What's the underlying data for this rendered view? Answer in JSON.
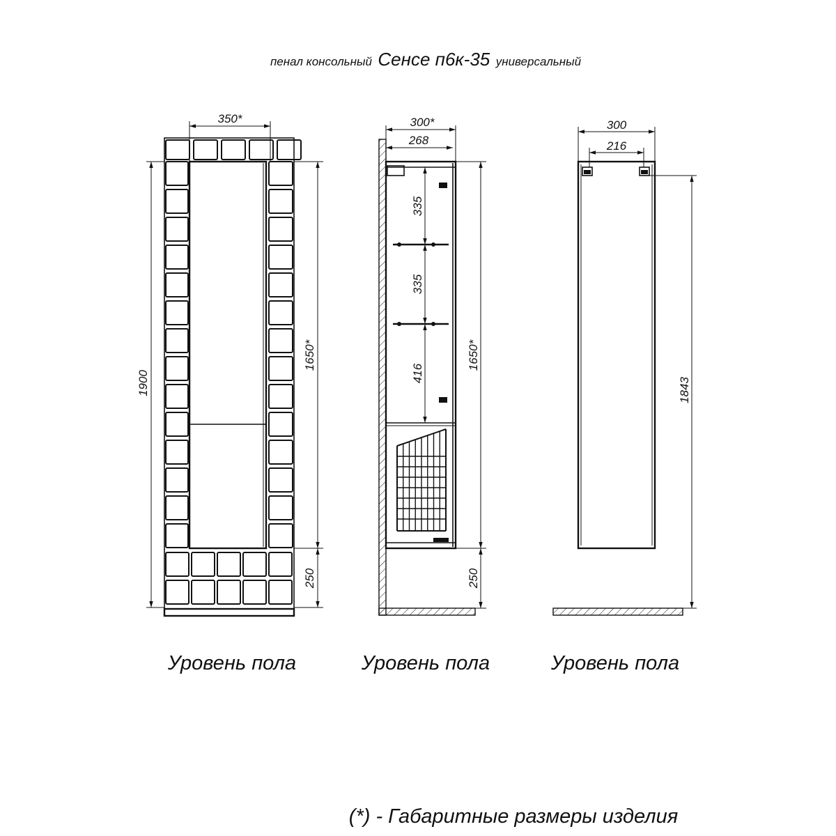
{
  "title": {
    "prefix": "пенал консольный",
    "model": "Сенсе п6к-35",
    "suffix": "универсальный"
  },
  "front_view": {
    "width_label": "350*",
    "total_height_label": "1900",
    "body_height_label": "1650*",
    "floor_gap_label": "250",
    "floor_label": "Уровень пола"
  },
  "side_view": {
    "depth_label": "300*",
    "inner_depth_label": "268",
    "shelf_1_label": "335",
    "shelf_2_label": "335",
    "shelf_3_label": "416",
    "body_height_label": "1650*",
    "floor_gap_label": "250",
    "floor_label": "Уровень пола"
  },
  "back_view": {
    "depth_label": "300",
    "mount_spacing_label": "216",
    "mount_height_label": "1843",
    "floor_label": "Уровень пола"
  },
  "footnote": "(*) - Габаритные размеры изделия"
}
